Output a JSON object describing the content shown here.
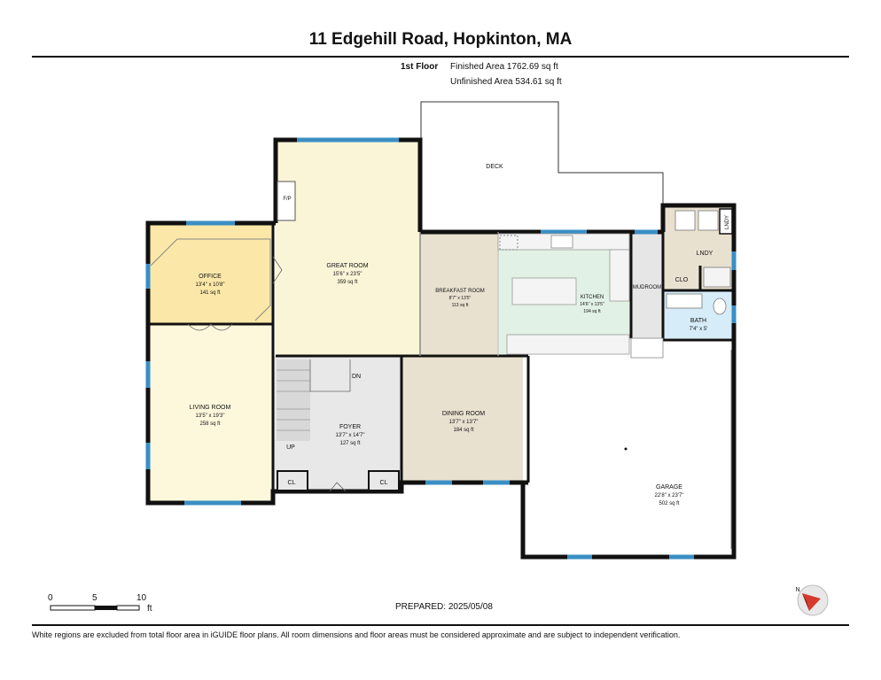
{
  "header": {
    "title": "11 Edgehill Road, Hopkinton, MA",
    "floor_label": "1st Floor",
    "finished_area": "Finished Area 1762.69 sq ft",
    "unfinished_area": "Unfinished Area 534.61 sq ft"
  },
  "rooms": {
    "great_room": {
      "name": "GREAT ROOM",
      "dims": "15'6\" x 23'5\"",
      "area": "359 sq ft",
      "feature": "F/P"
    },
    "office": {
      "name": "OFFICE",
      "dims": "13'4\" x 10'8\"",
      "area": "141 sq ft"
    },
    "living_room": {
      "name": "LIVING ROOM",
      "dims": "13'5\" x 19'3\"",
      "area": "258 sq ft"
    },
    "foyer": {
      "name": "FOYER",
      "dims": "13'7\" x 14'7\"",
      "area": "127 sq ft"
    },
    "dining_room": {
      "name": "DINING ROOM",
      "dims": "13'7\" x 13'7\"",
      "area": "184 sq ft"
    },
    "breakfast_room": {
      "name": "BREAKFAST ROOM",
      "dims": "8'7\" x 13'5\"",
      "area": "113 sq ft"
    },
    "kitchen": {
      "name": "KITCHEN",
      "dims": "14'6\" x 13'5\"",
      "area": "194 sq ft"
    },
    "mudroom": {
      "name": "MUDROOM"
    },
    "lndy": {
      "name": "LNDY"
    },
    "lndy_small": {
      "name": "LNDY"
    },
    "clo": {
      "name": "CLO"
    },
    "bath": {
      "name": "BATH",
      "dims": "7'4\" x 5'"
    },
    "garage": {
      "name": "GARAGE",
      "dims": "22'8\" x 23'7\"",
      "area": "502 sq ft"
    },
    "deck": {
      "name": "DECK"
    },
    "cl_left": {
      "name": "CL"
    },
    "cl_right": {
      "name": "CL"
    },
    "stairs_up": "UP",
    "stairs_dn": "DN"
  },
  "colors": {
    "great_room": "#fbf5d8",
    "office": "#fbe8a8",
    "living_room": "#fdf8dc",
    "foyer": "#e8e8e8",
    "dining_room": "#e9e1d0",
    "breakfast_room": "#e9e1d0",
    "kitchen": "#e1f1e6",
    "mudroom": "#e6e6e6",
    "laundry": "#e9e1d0",
    "bath": "#d6ecf8",
    "wall": "#111111",
    "window": "#3a8fc4"
  },
  "scale": {
    "labels": [
      "0",
      "5",
      "10"
    ],
    "unit": "ft"
  },
  "footer": {
    "prepared": "PREPARED: 2025/05/08",
    "disclaimer": "White regions are excluded from total floor area in iGUIDE floor plans. All room dimensions and floor areas must be considered approximate and are subject to independent verification."
  },
  "compass": {
    "label": "N"
  }
}
